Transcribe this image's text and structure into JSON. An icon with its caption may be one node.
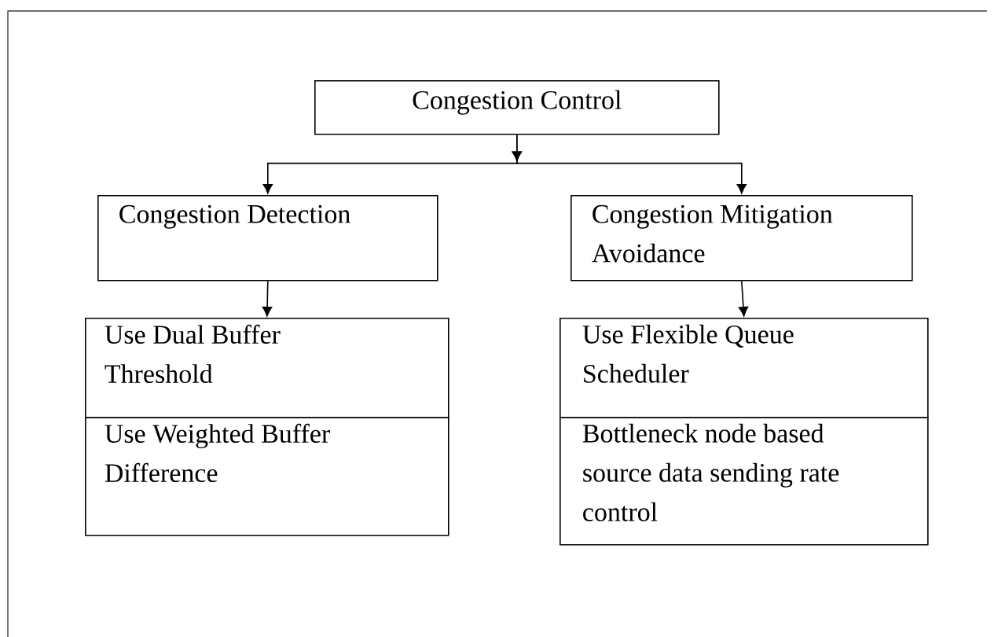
{
  "diagram": {
    "nodes": [
      {
        "text": [
          "Congestion Control"
        ]
      },
      {
        "text": [
          "Congestion Detection"
        ]
      },
      {
        "text": [
          "Congestion Mitigation Avoidance"
        ]
      },
      {
        "text": [
          "Use Dual Buffer Threshold"
        ]
      },
      {
        "text": [
          "Use Weighted Buffer Difference"
        ]
      },
      {
        "text": [
          "Use Flexible Queue Scheduler"
        ]
      },
      {
        "text": [
          "Bottleneck node based source data sending rate control"
        ]
      }
    ],
    "edges": [
      {
        "from": 0,
        "to": 1,
        "arrow": "to"
      },
      {
        "from": 0,
        "to": 2,
        "arrow": "to"
      },
      {
        "from": 1,
        "to": 3,
        "arrow": "to"
      },
      {
        "from": 2,
        "to": 5,
        "arrow": "to"
      }
    ]
  }
}
